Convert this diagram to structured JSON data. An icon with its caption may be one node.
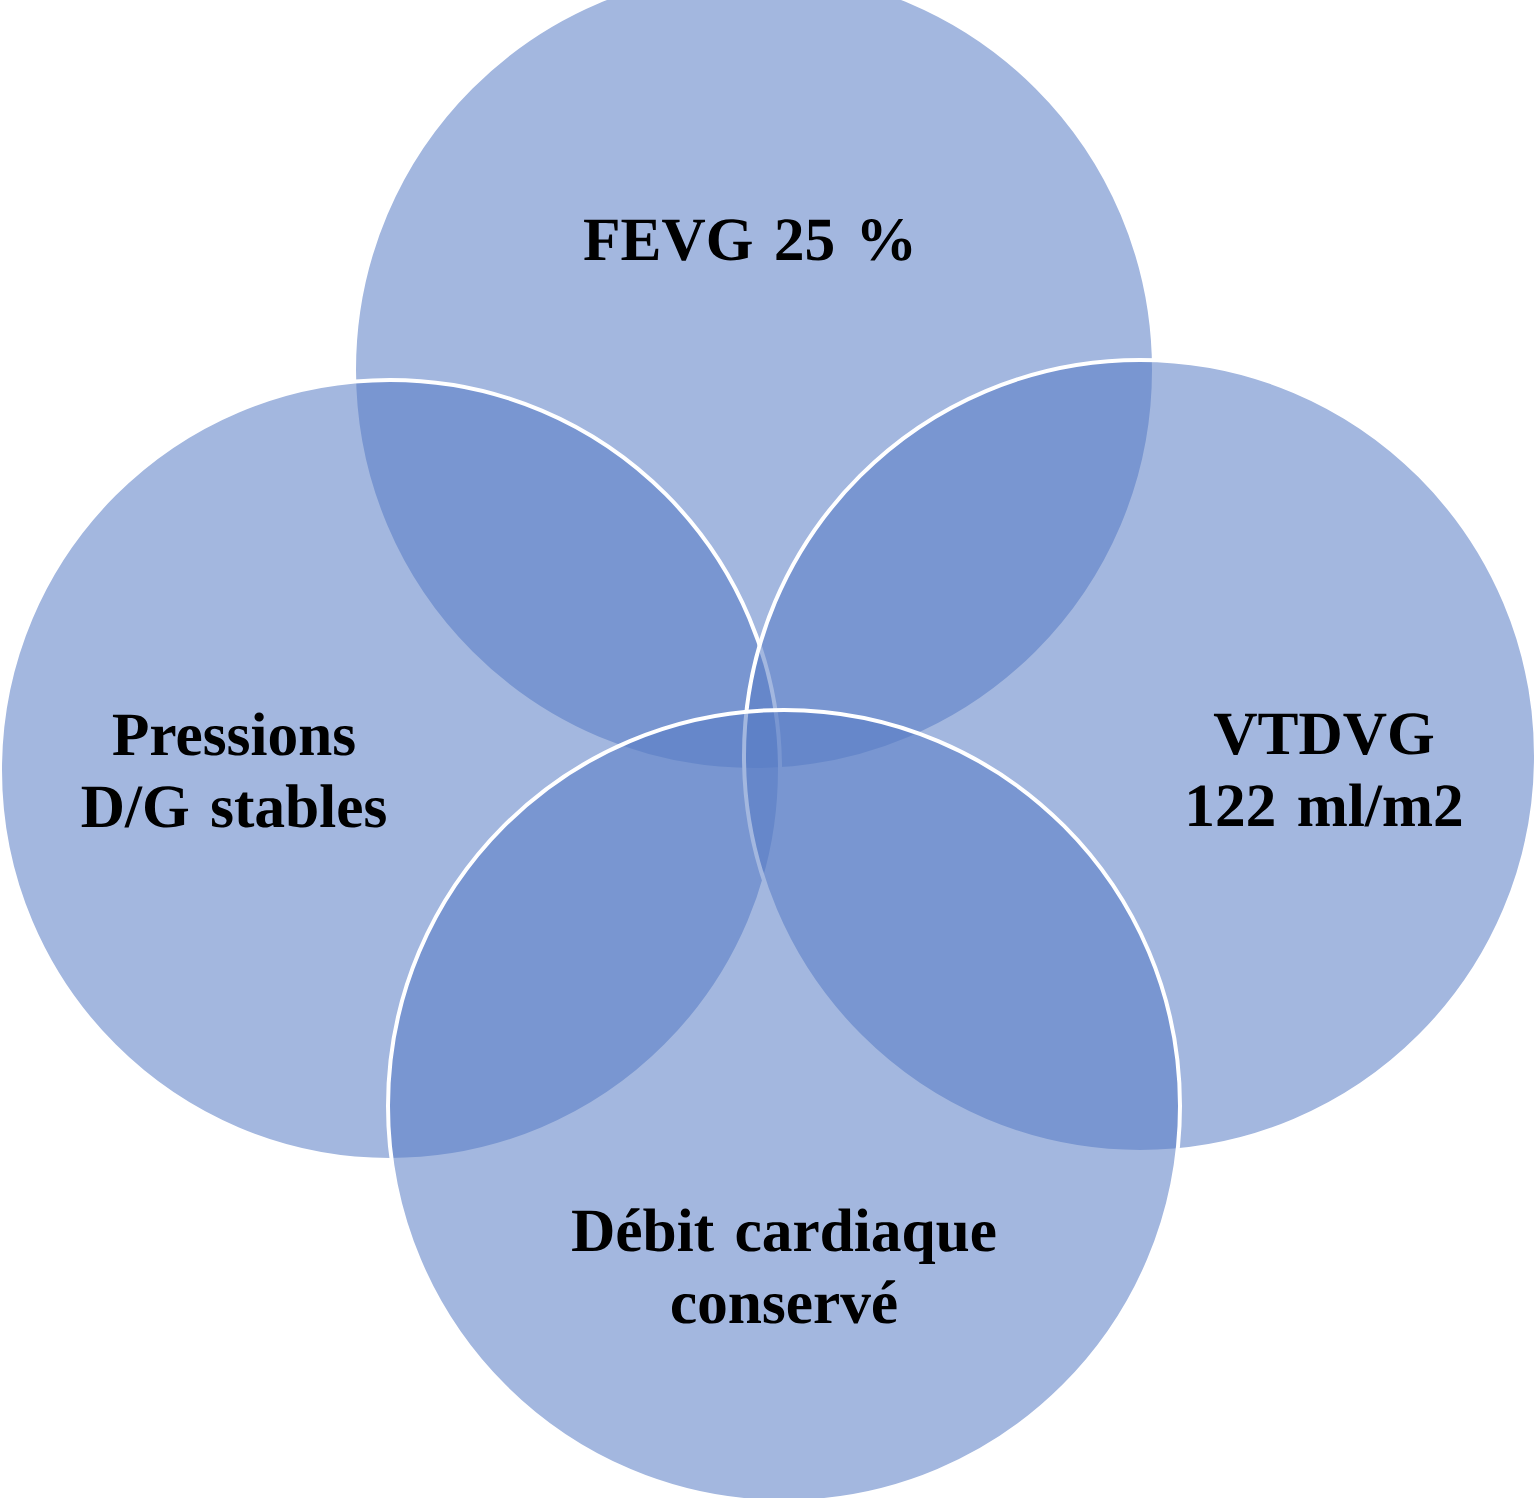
{
  "diagram": {
    "nodes": [
      {
        "text": [
          "FEVG 25 %"
        ]
      },
      {
        "text": [
          "Pressions D/G stables"
        ]
      },
      {
        "text": [
          "VTDVG 122 ml/m2"
        ]
      },
      {
        "text": [
          "Débit cardiaque conservé"
        ]
      }
    ]
  }
}
